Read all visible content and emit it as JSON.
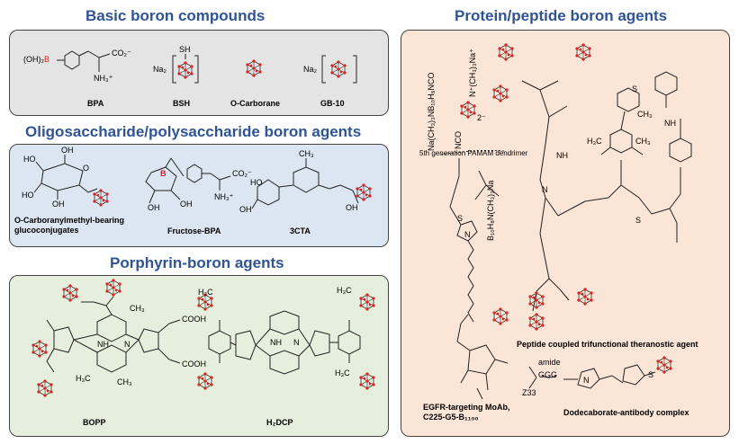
{
  "sections": {
    "basic": "Basic boron compounds",
    "oligo": "Oligosaccharide/polysaccharide boron agents",
    "porphyrin": "Porphyrin-boron agents",
    "protein": "Protein/peptide boron agents"
  },
  "basic_labels": [
    "BPA",
    "BSH",
    "O-Carborane",
    "GB-10"
  ],
  "oligo_labels": {
    "glucoconjugate": "O-Carboranylmethyl-bearing glucoconjugates",
    "fructose": "Fructose-BPA",
    "cta": "3CTA"
  },
  "porphyrin_labels": {
    "bopp": "BOPP",
    "h2dcp": "H₂DCP"
  },
  "protein_labels": {
    "egfr": "EGFR-targeting MoAb, C225-G5-B₁₁₀₀",
    "peptide": "Peptide coupled trifunctional theranostic agent",
    "dodeca": "Dodecaborate-antibody complex"
  },
  "chem_text": {
    "oh2b_oh": "(OH)₂",
    "oh2b_b": "B",
    "co2": "CO₂⁻",
    "nh3": "NH₃⁺",
    "sh": "SH",
    "na2": "Na₂",
    "na2b": "Na₂",
    "oh": "OH",
    "ho": "HO",
    "o": "O",
    "b": "B",
    "ch3": "CH₃",
    "cooh": "COOH",
    "nh": "NH",
    "n": "N",
    "h3c": "H₃C",
    "pamam": "5th generation PAMAM dendrimer",
    "amide": "amide",
    "z33": "Z33",
    "ggg": "GGG",
    "s": "S",
    "dodeca_formula": "Na(CH₃)₃NB₁₀H₈NCO",
    "nco": "NCO",
    "ncharge": "N⁺(CH₃)₃Na⁺",
    "two_minus": "2⁻",
    "egfr_chain": "B₁₀H₈N(CH₃)₃Na"
  },
  "colors": {
    "title": "#2f5496",
    "panel_basic": "#e4e4e4",
    "panel_oligo": "#dce6f2",
    "panel_porphyrin": "#e6eedd",
    "panel_protein": "#fbe5d6",
    "boron_red": "#e02020"
  }
}
